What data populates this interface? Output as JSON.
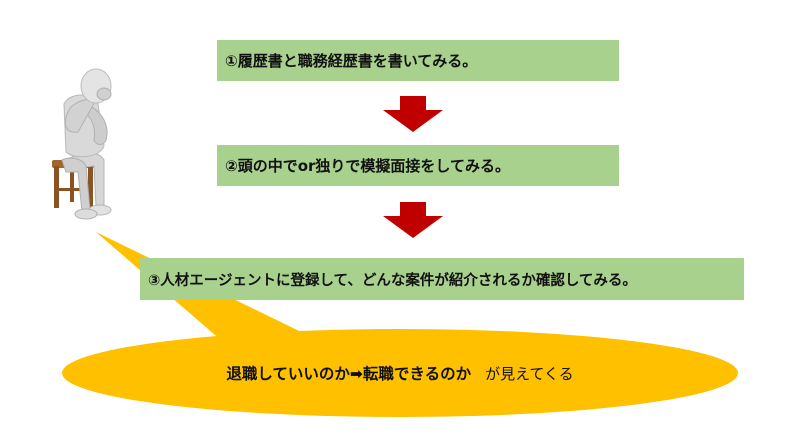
{
  "colors": {
    "step_box": "#a9d18e",
    "arrow": "#c00000",
    "bubble": "#ffc000"
  },
  "steps": [
    {
      "label": "①履歴書と職務経歴書を書いてみる。"
    },
    {
      "label": "②頭の中でor独りで模擬面接をしてみる。"
    },
    {
      "label": "③人材エージェントに登録して、どんな案件が紹介されるか確認してみる。"
    }
  ],
  "arrows": [
    {
      "icon": "down-arrow-icon"
    },
    {
      "icon": "down-arrow-icon"
    }
  ],
  "conclusion": {
    "bold_text": "退職していいのか➡転職できるのか",
    "plain_text": "が見えてくる"
  },
  "figure": {
    "icon": "thinking-person-icon"
  }
}
